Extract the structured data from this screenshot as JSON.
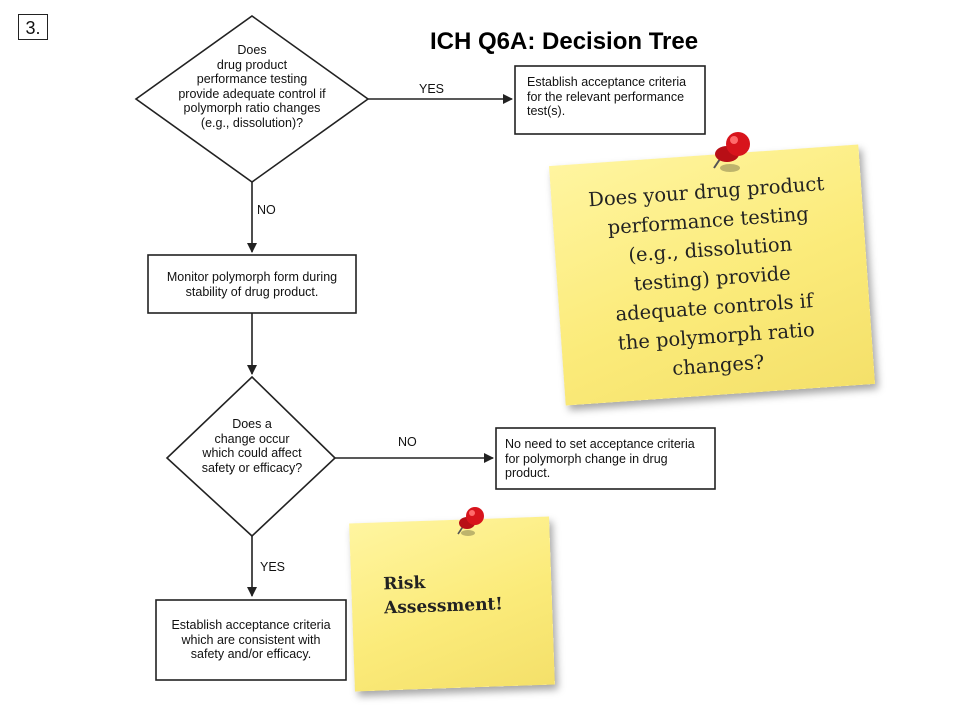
{
  "step_number": "3.",
  "title": "ICH Q6A: Decision Tree",
  "flowchart": {
    "decision1": [
      "Does",
      "drug product",
      "performance testing",
      "provide adequate control if",
      "polymorph ratio changes",
      "(e.g., dissolution)?"
    ],
    "box_criteria_performance": [
      "Establish acceptance criteria",
      "for the relevant performance",
      "test(s)."
    ],
    "label_yes_1": "YES",
    "label_no_1": "NO",
    "box_monitor": [
      "Monitor polymorph form during",
      "stability of drug product."
    ],
    "decision2": [
      "Does a",
      "change occur",
      "which could affect",
      "safety or efficacy?"
    ],
    "label_no_2": "NO",
    "box_no_need": [
      "No need to set acceptance criteria",
      "for polymorph change in drug",
      "product."
    ],
    "label_yes_2": "YES",
    "box_criteria_safety": [
      "Establish acceptance criteria",
      "which are consistent with",
      "safety and/or efficacy."
    ]
  },
  "notes": {
    "performance_question": [
      "Does your drug product",
      "performance testing",
      "(e.g., dissolution",
      "testing) provide",
      "adequate controls if",
      "the polymorph ratio",
      "changes?"
    ],
    "risk_assessment": [
      "Risk",
      "Assessment!"
    ]
  },
  "colors": {
    "note_yellow": "#fbeb7a",
    "pin_red": "#d8141c",
    "line": "#222222"
  }
}
